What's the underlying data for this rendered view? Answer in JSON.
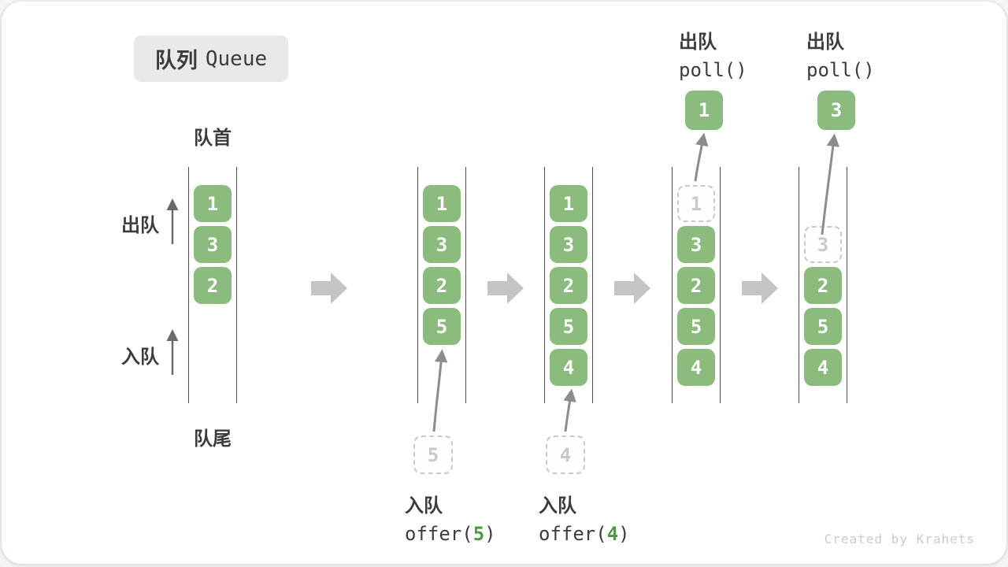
{
  "title": {
    "zh": "队列",
    "en": "Queue"
  },
  "labels": {
    "front": "队首",
    "rear": "队尾",
    "dequeue": "出队",
    "enqueue": "入队"
  },
  "queue1": {
    "cells": [
      "1",
      "3",
      "2"
    ]
  },
  "queue2": {
    "cells": [
      "1",
      "3",
      "2",
      "5"
    ],
    "pending": "5",
    "op": {
      "action": "入队",
      "fn_open": "offer(",
      "arg": "5",
      "fn_close": ")"
    }
  },
  "queue3": {
    "cells": [
      "1",
      "3",
      "2",
      "5",
      "4"
    ],
    "pending": "4",
    "op": {
      "action": "入队",
      "fn_open": "offer(",
      "arg": "4",
      "fn_close": ")"
    }
  },
  "queue4": {
    "removed": "1",
    "cells": [
      "3",
      "2",
      "5",
      "4"
    ],
    "out": "1",
    "op": {
      "action": "出队",
      "fn": "poll()"
    }
  },
  "queue5": {
    "removed": "3",
    "cells": [
      "2",
      "5",
      "4"
    ],
    "out": "3",
    "op": {
      "action": "出队",
      "fn": "poll()"
    }
  },
  "watermark": "Created by Krahets",
  "colors": {
    "green": "#8cbb7e",
    "arg_green": "#4e9a44",
    "arrow_gray": "#c4c4c4",
    "line_gray": "#8c8c8c",
    "text_dark": "#3c3c3c",
    "dashed_gray": "#c9c9c9",
    "wall_gray": "#4f4f4f"
  }
}
